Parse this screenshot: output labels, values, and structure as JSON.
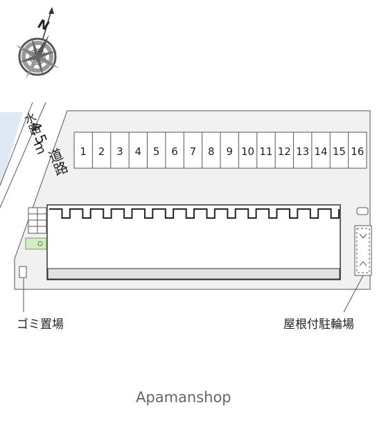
{
  "compass": {
    "north_label": "N",
    "icon": "compass-rose-icon"
  },
  "road": {
    "width_label": "4.5",
    "unit_label": "m",
    "road_label": "道路"
  },
  "waterway": {
    "label": "水路",
    "color": "#dde9f5"
  },
  "parking": {
    "spaces": [
      "1",
      "2",
      "3",
      "4",
      "5",
      "6",
      "7",
      "8",
      "9",
      "10",
      "11",
      "12",
      "13",
      "14",
      "15",
      "16"
    ]
  },
  "garbage": {
    "label": "ゴミ置場"
  },
  "bike": {
    "label": "屋根付駐輪場"
  },
  "brand": {
    "label": "Apamanshop"
  },
  "colors": {
    "lot": "#f0f1f0",
    "line": "#444444",
    "green": "#d5ebc6"
  }
}
